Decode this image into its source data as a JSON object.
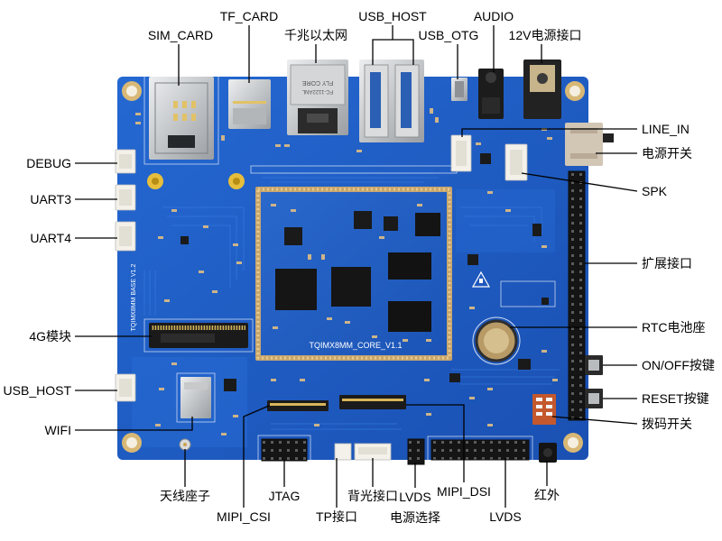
{
  "labels": {
    "sim_card": "SIM_CARD",
    "tf_card": "TF_CARD",
    "ethernet": "千兆以太网",
    "usb_host_top": "USB_HOST",
    "usb_otg": "USB_OTG",
    "audio": "AUDIO",
    "power_12v": "12V电源接口",
    "line_in": "LINE_IN",
    "power_switch": "电源开关",
    "spk": "SPK",
    "expansion": "扩展接口",
    "rtc_battery": "RTC电池座",
    "on_off": "ON/OFF按键",
    "reset": "RESET按键",
    "dip_switch": "拨码开关",
    "debug": "DEBUG",
    "uart3": "UART3",
    "uart4": "UART4",
    "module_4g": "4G模块",
    "usb_host_left": "USB_HOST",
    "wifi": "WIFI",
    "antenna": "天线座子",
    "mipi_csi": "MIPI_CSI",
    "jtag": "JTAG",
    "tp": "TP接口",
    "backlight": "背光接口",
    "lvds_power_select_line1": "LVDS",
    "lvds_power_select_line2": "电源选择",
    "mipi_dsi": "MIPI_DSI",
    "lvds": "LVDS",
    "infrared": "红外"
  },
  "silkscreen": {
    "core_module": "TQIMX8MM_CORE_V1.1",
    "base_board": "TQIMX8MM BASE V1.2",
    "ethernet_brand": "FLY CORE",
    "ethernet_model": "FC-1122ANL"
  },
  "colors": {
    "board": "#1f5fc6",
    "core_module_border": "#c8a66d",
    "callout_line": "#000000",
    "label_text": "#000000"
  }
}
